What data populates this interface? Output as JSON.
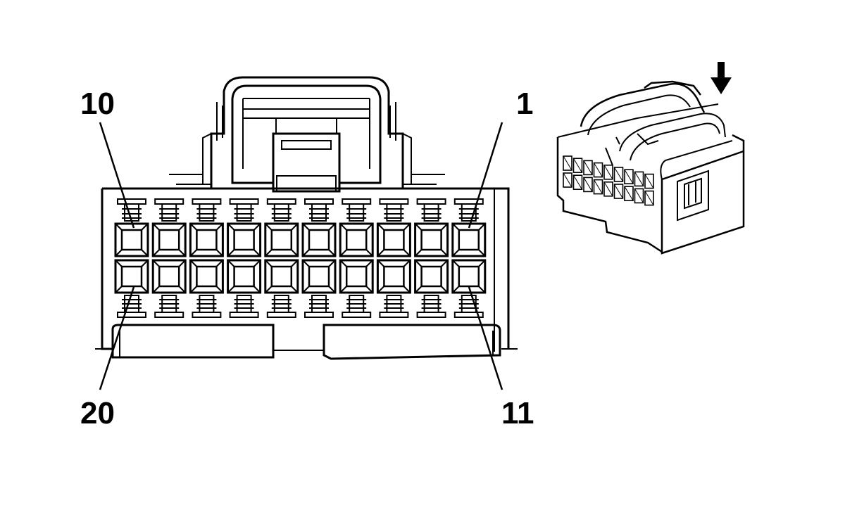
{
  "diagram": {
    "pin_labels": {
      "top_left": "10",
      "top_right": "1",
      "bottom_left": "20",
      "bottom_right": "11"
    },
    "connector": {
      "rows": 2,
      "cavities_per_row": 10
    },
    "colors": {
      "line": "#000000",
      "background": "#ffffff"
    },
    "icons": {
      "insertion_direction": "down-arrow-icon"
    }
  }
}
